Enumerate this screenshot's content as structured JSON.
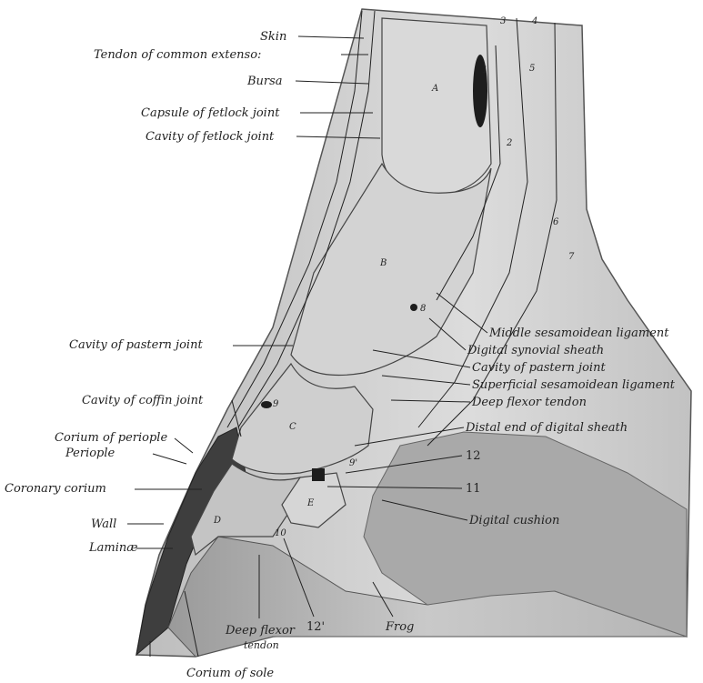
{
  "labels": {
    "skin": "Skin",
    "tendon_common_extensor": "Tendon of common extenso:",
    "bursa": "Bursa",
    "capsule_fetlock": "Capsule of fetlock joint",
    "cavity_fetlock": "Cavity of fetlock joint",
    "cavity_pastern_left": "Cavity of pastern joint",
    "cavity_coffin": "Cavity of coffin joint",
    "corium_periople": "Corium of periople",
    "periople": "Periople",
    "coronary_corium": "Coronary corium",
    "wall": "Wall",
    "laminae": "Laminæ",
    "middle_sesamoidean": "Middle sesamoidean ligament",
    "digital_synovial_sheath": "Digital synovial sheath",
    "cavity_pastern_right": "Cavity of pastern joint",
    "superficial_sesamoidean": "Superficial sesamoidean ligament",
    "deep_flexor_right": "Deep flexor tendon",
    "distal_end_sheath": "Distal end of digital sheath",
    "num_12": "12",
    "num_11": "11",
    "digital_cushion": "Digital cushion",
    "deep_flexor_bottom_1": "Deep flexor",
    "deep_flexor_bottom_2": "tendon",
    "num_12_prime": "12'",
    "frog": "Frog",
    "corium_sole": "Corium of sole"
  },
  "inner_marks": {
    "A": "A",
    "B": "B",
    "C": "C",
    "D": "D",
    "E": "E",
    "n1": "1",
    "n2": "2",
    "n3": "3",
    "n4": "4",
    "n5": "5",
    "n6": "6",
    "n7": "7",
    "n8": "8",
    "n9": "9",
    "n9p": "9'",
    "n10": "10"
  }
}
